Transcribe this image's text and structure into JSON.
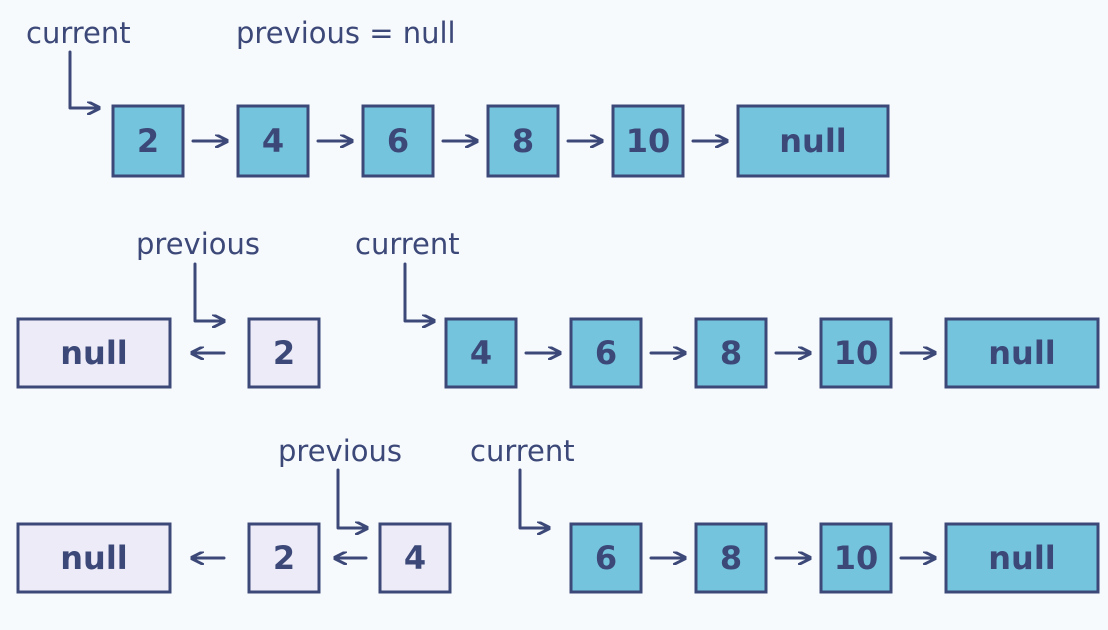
{
  "colors": {
    "active_fill": "#74c4de",
    "processed_fill": "#ecebf7",
    "stroke": "#3c4878",
    "text": "#3c4878",
    "background": "#f7fafd"
  },
  "rows": [
    {
      "labels": {
        "current": "current",
        "previous": "previous = null"
      },
      "nodes": [
        "2",
        "4",
        "6",
        "8",
        "10",
        "null"
      ]
    },
    {
      "labels": {
        "previous": "previous",
        "current": "current"
      },
      "reversed_nodes": [
        "null",
        "2"
      ],
      "forward_nodes": [
        "4",
        "6",
        "8",
        "10",
        "null"
      ]
    },
    {
      "labels": {
        "previous": "previous",
        "current": "current"
      },
      "reversed_nodes": [
        "null",
        "2",
        "4"
      ],
      "forward_nodes": [
        "6",
        "8",
        "10",
        "null"
      ]
    }
  ]
}
